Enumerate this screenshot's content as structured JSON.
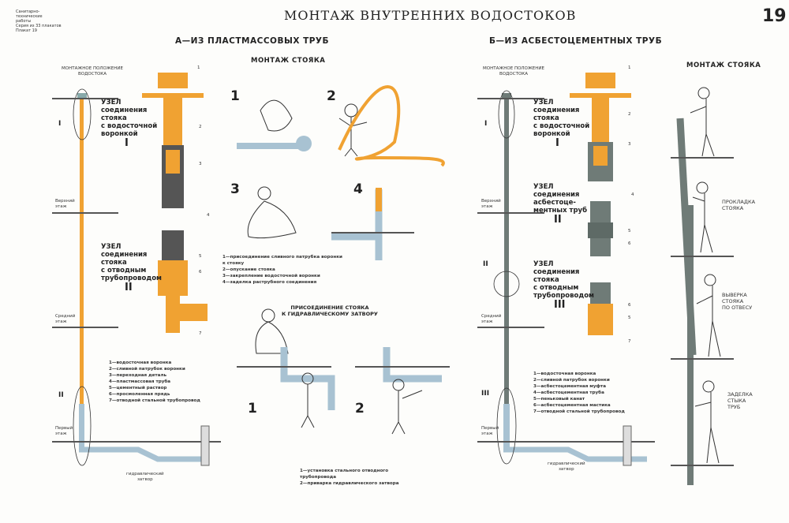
{
  "header": {
    "series_info": [
      "Санитарно-",
      "технические",
      "работы",
      "Серия из 33 плакатов",
      "Плакат 19"
    ],
    "title": "МОНТАЖ ВНУТРЕННИХ ВОДОСТОКОВ",
    "page_number": "19"
  },
  "section_a": {
    "title": "А—ИЗ ПЛАСТМАССОВЫХ ТРУБ",
    "mount_position": [
      "МОНТАЖНОЕ ПОЛОЖЕНИЕ",
      "ВОДОСТОКА"
    ],
    "floors": {
      "top": [
        "Верхний",
        "этаж"
      ],
      "middle": [
        "Средний",
        "этаж"
      ],
      "first": [
        "Первый",
        "этаж"
      ]
    },
    "trap_label": [
      "гидравлический",
      "затвор"
    ],
    "node1": {
      "lines": [
        "УЗЕЛ",
        "соединения",
        "стояка",
        "с водосточной",
        "воронкой"
      ],
      "numeral": "I"
    },
    "node2": {
      "lines": [
        "УЗЕЛ",
        "соединения",
        "стояка",
        "с отводным",
        "трубопроводом"
      ],
      "numeral": "II"
    },
    "callouts": [
      "1",
      "2",
      "3",
      "4",
      "5",
      "6",
      "7"
    ],
    "legend": [
      "1—водосточная воронка",
      "2—сливной патрубок воронки",
      "3—переходная деталь",
      "4—пластмассовая труба",
      "5—цементный раствор",
      "6—просмоленная прядь",
      "7—отводной стальной трубопровод"
    ]
  },
  "assembly": {
    "title": "МОНТАЖ СТОЯКА",
    "steps": [
      "1",
      "2",
      "3",
      "4"
    ],
    "legend": [
      "1—присоединение сливного патрубка воронки",
      "к стояку",
      "2—опускание стояка",
      "3—закрепление водосточной воронки",
      "4—заделка раструбного соединения"
    ],
    "trap_title": [
      "ПРИСОЕДИНЕНИЕ СТОЯКА",
      "К ГИДРАВЛИЧЕСКОМУ ЗАТВОРУ"
    ],
    "trap_steps": [
      "1",
      "2"
    ],
    "trap_legend": [
      "1—установка стального отводного",
      "трубопровода",
      "2—приварка гидравлического затвора"
    ]
  },
  "section_b": {
    "title": "Б—ИЗ АСБЕСТОЦЕМЕНТНЫХ ТРУБ",
    "mount_position": [
      "МОНТАЖНОЕ ПОЛОЖЕНИЕ",
      "ВОДОСТОКА"
    ],
    "floors": {
      "top": [
        "Верхний",
        "этаж"
      ],
      "middle": [
        "Средний",
        "этаж"
      ],
      "first": [
        "Первый",
        "этаж"
      ]
    },
    "trap_label": [
      "гидравлический",
      "затвор"
    ],
    "node1": {
      "lines": [
        "УЗЕЛ",
        "соединения",
        "стояка",
        "с водосточной",
        "воронкой"
      ],
      "numeral": "I"
    },
    "node2": {
      "lines": [
        "УЗЕЛ",
        "соединения",
        "асбестоце-",
        "ментных труб"
      ],
      "numeral": "II"
    },
    "node3": {
      "lines": [
        "УЗЕЛ",
        "соединения",
        "стояка",
        "с отводным",
        "трубопроводом"
      ],
      "numeral": "III"
    },
    "callouts": [
      "1",
      "2",
      "3",
      "4",
      "5",
      "6",
      "6",
      "5",
      "7"
    ],
    "legend": [
      "1—водосточная воронка",
      "2—сливной патрубок воронки",
      "3—асбестоцементная муфта",
      "4—асбестоцементная труба",
      "5—пеньковый канат",
      "6—асбестоцементная мастика",
      "7—отводной стальной трубопровод"
    ],
    "riser_title": "МОНТАЖ СТОЯКА",
    "riser_steps": [
      [
        "ПРОКЛАДКА",
        "СТОЯКА"
      ],
      [
        "ВЫВЕРКА",
        "СТОЯКА",
        "ПО ОТВЕСУ"
      ],
      [
        "ЗАДЕЛКА",
        "СТЫКА",
        "ТРУБ"
      ]
    ]
  },
  "colors": {
    "orange": "#f0a232",
    "blue_pipe": "#a8c2d2",
    "asbestos": "#6f7b77",
    "ink": "#222222"
  }
}
